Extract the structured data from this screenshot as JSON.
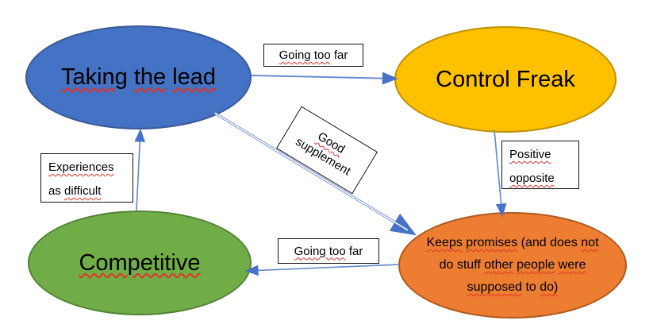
{
  "colors": {
    "node_blue_fill": "#4472C4",
    "node_blue_border": "#3B5A97",
    "node_gold_fill": "#FFC000",
    "node_gold_border": "#BF9000",
    "node_green_fill": "#70AD47",
    "node_green_border": "#548235",
    "node_orange_fill": "#ED7D31",
    "node_orange_border": "#AE5A21",
    "arrow_line": "#6B8BD4",
    "arrow_head": "#4673C8",
    "label_border": "#141414",
    "spellcheck_squiggle": "#E03228",
    "background": "#FFFFFF"
  },
  "nodes": {
    "taking_the_lead": {
      "label": "Taking the lead",
      "segments": [
        {
          "t": "Taking",
          "sq": true
        },
        {
          "t": " ",
          "sq": false
        },
        {
          "t": "the",
          "sq": true
        },
        {
          "t": " ",
          "sq": false
        },
        {
          "t": "lead",
          "sq": true
        }
      ]
    },
    "control_freak": {
      "label": "Control Freak"
    },
    "competitive": {
      "label": "Competitive",
      "segments": [
        {
          "t": "Competitive",
          "sq": true
        }
      ]
    },
    "keeps_promises": {
      "label": "Keeps promises (and does not do stuff other people were supposed to do)",
      "lines": [
        [
          {
            "t": "Keeps",
            "sq": true
          },
          {
            "t": " ",
            "sq": false
          },
          {
            "t": "promises",
            "sq": true
          },
          {
            "t": " (and does ",
            "sq": false
          },
          {
            "t": "not",
            "sq": true
          }
        ],
        [
          {
            "t": "do stuff ",
            "sq": false
          },
          {
            "t": "other",
            "sq": true
          },
          {
            "t": " ",
            "sq": false
          },
          {
            "t": "people",
            "sq": true
          },
          {
            "t": " ",
            "sq": false
          },
          {
            "t": "were",
            "sq": true
          }
        ],
        [
          {
            "t": "supposed",
            "sq": true
          },
          {
            "t": " to ",
            "sq": false
          },
          {
            "t": "do)",
            "sq": true
          }
        ]
      ]
    }
  },
  "edges": [
    {
      "id": "lead-to-control-freak",
      "from": "taking_the_lead",
      "to": "control_freak",
      "label": "Going too far",
      "label_segments": [
        {
          "t": "Going too",
          "sq": true
        },
        {
          "t": " far",
          "sq": false
        }
      ]
    },
    {
      "id": "control-freak-to-keeps-promises",
      "from": "control_freak",
      "to": "keeps_promises",
      "label": "Positive opposite",
      "label_lines": [
        [
          {
            "t": "Positive",
            "sq": true
          }
        ],
        [
          {
            "t": "opposite",
            "sq": true
          }
        ]
      ]
    },
    {
      "id": "keeps-promises-to-competitive",
      "from": "keeps_promises",
      "to": "competitive",
      "label": "Going too far",
      "label_segments": [
        {
          "t": "Going too",
          "sq": true
        },
        {
          "t": " far",
          "sq": false
        }
      ]
    },
    {
      "id": "competitive-to-lead",
      "from": "competitive",
      "to": "taking_the_lead",
      "label": "Experiences as difficult",
      "label_lines": [
        [
          {
            "t": "Experiences",
            "sq": true
          }
        ],
        [
          {
            "t": "as ",
            "sq": false
          },
          {
            "t": "difficult",
            "sq": true
          }
        ]
      ]
    },
    {
      "id": "lead-to-keeps-promises",
      "from": "taking_the_lead",
      "to": "keeps_promises",
      "label": "Good supplement",
      "label_lines": [
        [
          {
            "t": "Good",
            "sq": true
          }
        ],
        [
          {
            "t": "supplement",
            "sq": false
          }
        ]
      ]
    }
  ]
}
